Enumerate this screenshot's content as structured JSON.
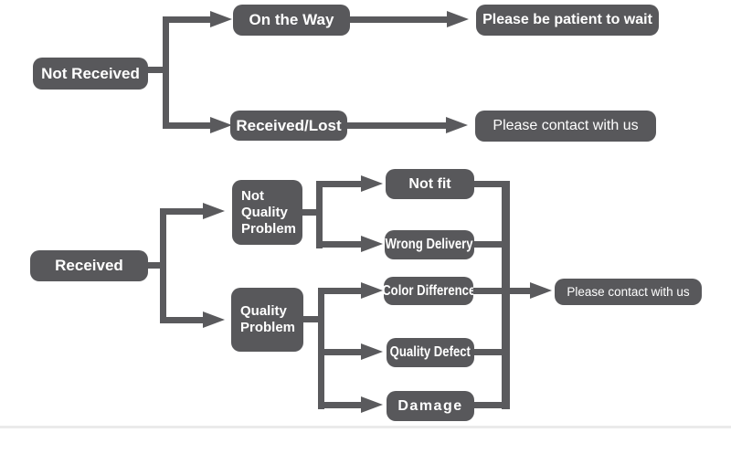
{
  "diagram": {
    "type": "flowchart",
    "colors": {
      "node_bg": "#58585b",
      "node_text": "#ffffff",
      "connector": "#5a5a5d",
      "background": "#ffffff",
      "divider": "#eaeaea"
    },
    "nodes": {
      "not_received": "Not Received",
      "on_the_way": "On the Way",
      "received_lost": "Received/Lost",
      "be_patient": "Please be patient to wait",
      "contact_us_top": "Please contact with us",
      "received": "Received",
      "not_quality_problem": "Not\nQuality\nProblem",
      "quality_problem": "Quality\nProblem",
      "not_fit": "Not fit",
      "wrong_delivery": "Wrong Delivery",
      "color_difference": "Color Difference",
      "quality_defect": "Quality Defect",
      "damage": "Damage",
      "contact_us_bottom": "Please contact with us"
    },
    "edges": [
      {
        "from": "Not Received",
        "to": "On the Way"
      },
      {
        "from": "Not Received",
        "to": "Received/Lost"
      },
      {
        "from": "On the Way",
        "to": "Please be patient to wait"
      },
      {
        "from": "Received/Lost",
        "to": "Please contact with us"
      },
      {
        "from": "Received",
        "to": "Not Quality Problem"
      },
      {
        "from": "Received",
        "to": "Quality Problem"
      },
      {
        "from": "Not Quality Problem",
        "to": "Not fit"
      },
      {
        "from": "Not Quality Problem",
        "to": "Wrong Delivery"
      },
      {
        "from": "Quality Problem",
        "to": "Color Difference"
      },
      {
        "from": "Quality Problem",
        "to": "Quality Defect"
      },
      {
        "from": "Quality Problem",
        "to": "Damage"
      },
      {
        "from": "Not fit",
        "to": "Please contact with us"
      },
      {
        "from": "Wrong Delivery",
        "to": "Please contact with us"
      },
      {
        "from": "Color Difference",
        "to": "Please contact with us"
      },
      {
        "from": "Quality Defect",
        "to": "Please contact with us"
      },
      {
        "from": "Damage",
        "to": "Please contact with us"
      }
    ]
  }
}
